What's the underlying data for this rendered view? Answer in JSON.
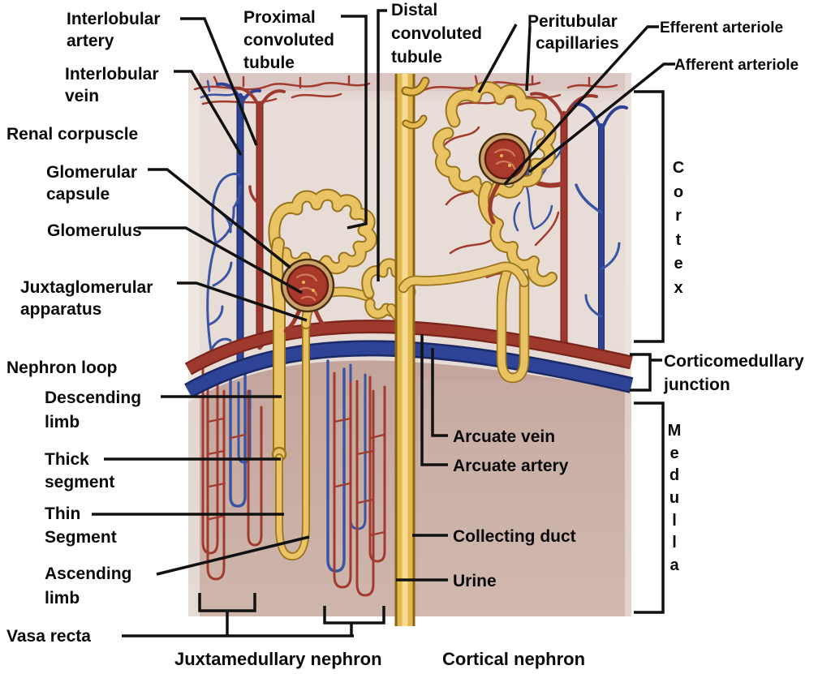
{
  "figure": {
    "type": "anatomical-diagram",
    "subject": "Nephron anatomy (kidney cortex and medulla)"
  },
  "labels": {
    "interlobular_artery": [
      "Interlobular",
      "artery"
    ],
    "interlobular_vein": [
      "Interlobular",
      "vein"
    ],
    "renal_corpuscle": [
      "Renal corpuscle"
    ],
    "glomerular_capsule": [
      "Glomerular",
      "capsule"
    ],
    "glomerulus": [
      "Glomerulus"
    ],
    "juxtaglomerular_apparatus": [
      "Juxtaglomerular",
      "apparatus"
    ],
    "nephron_loop": [
      "Nephron loop"
    ],
    "descending_limb": [
      "Descending",
      "limb"
    ],
    "thick_segment": [
      "Thick",
      "segment"
    ],
    "thin_segment": [
      "Thin",
      "Segment"
    ],
    "ascending_limb": [
      "Ascending",
      "limb"
    ],
    "vasa_recta": [
      "Vasa recta"
    ],
    "proximal_convoluted_tubule": [
      "Proximal",
      "convoluted",
      "tubule"
    ],
    "distal_convoluted_tubule": [
      "Distal",
      "convoluted",
      "tubule"
    ],
    "peritubular_capillaries": [
      "Peritubular",
      "capillaries"
    ],
    "efferent_arteriole": [
      "Efferent arteriole"
    ],
    "afferent_arteriole": [
      "Afferent arteriole"
    ],
    "cortex": [
      "C",
      "o",
      "r",
      "t",
      "e",
      "x"
    ],
    "corticomedullary_junction": [
      "Corticomedullary",
      "junction"
    ],
    "arcuate_vein": [
      "Arcuate vein"
    ],
    "arcuate_artery": [
      "Arcuate artery"
    ],
    "collecting_duct": [
      "Collecting duct"
    ],
    "urine": [
      "Urine"
    ],
    "medulla": [
      "M",
      "e",
      "d",
      "u",
      "l",
      "l",
      "a"
    ],
    "juxtamedullary_nephron": [
      "Juxtamedullary nephron"
    ],
    "cortical_nephron": [
      "Cortical nephron"
    ]
  },
  "palette": {
    "artery_red": "#9e392e",
    "artery_red_dark": "#7a241c",
    "vein_blue": "#2e4396",
    "vein_blue_dark": "#1b2a66",
    "capillary_red": "#a33a2e",
    "capillary_blue": "#3a55a4",
    "tubule_yellow": "#eac364",
    "tubule_outline": "#9a741c",
    "tubule_highlight": "#f7e4a6",
    "glomerulus_red": "#a8392b",
    "cortex_background": "#e8dcd7",
    "cortex_top_band": "#d9c6c2",
    "medulla_background": "#c9aea5",
    "label_black": "#0a0a0a"
  }
}
